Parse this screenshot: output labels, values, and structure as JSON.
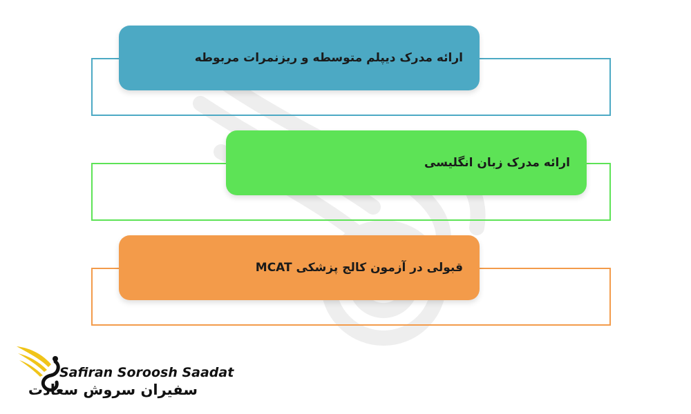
{
  "steps": [
    {
      "text": "ارائه مدرک دیپلم متوسطه و ریزنمرات مربوطه",
      "color": "#4ca9c4"
    },
    {
      "text": "ارائه مدرک زبان انگلیسی",
      "color": "#5de356"
    },
    {
      "text": "قبولی در آزمون کالج پزشکی MCAT",
      "color": "#f39b4a"
    }
  ],
  "logo": {
    "name_en": "Safiran Soroosh Saadat",
    "name_fa": "سفیران سروش سعادت",
    "colors": {
      "wing": "#f0c419",
      "mark": "#111111"
    }
  }
}
